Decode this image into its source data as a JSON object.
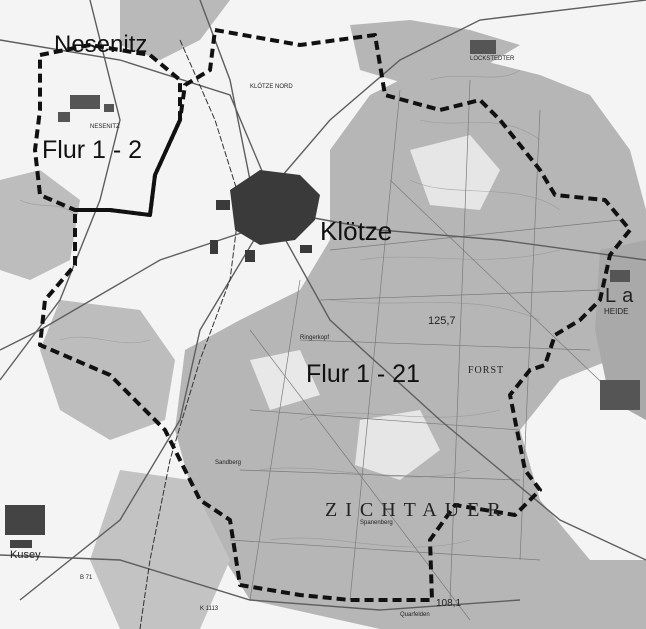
{
  "map": {
    "colors": {
      "forest": "#b6b6b6",
      "forest_dark": "#8a8a8a",
      "open_land": "#f4f4f4",
      "border_line": "#111111",
      "roads": "#6e6e6e",
      "settlement": "#3c3c3c"
    },
    "labels": {
      "nesenitz": "Nesenitz",
      "flur_1_2": "Flur 1 - 2",
      "klotze": "Klötze",
      "flur_1_21": "Flur 1 - 21",
      "zichtauer": "ZICHTAUER",
      "forst": "FORST",
      "kusey": "Kusey",
      "la": "La",
      "heide": "HEIDE",
      "height_1257": "125,7",
      "height_1081": "108,1",
      "nesenitz_small": "NESENITZ",
      "klotze_nord": "KLÖTZE NORD",
      "lockstedter": "LOCKSTEDTER",
      "rehmker": "Ringerkopf",
      "sandberg": "Sandberg",
      "spanenberg": "Spanenberg",
      "ottenberg": "Quarfelden",
      "k1113": "K 1113",
      "b71": "B 71"
    }
  }
}
